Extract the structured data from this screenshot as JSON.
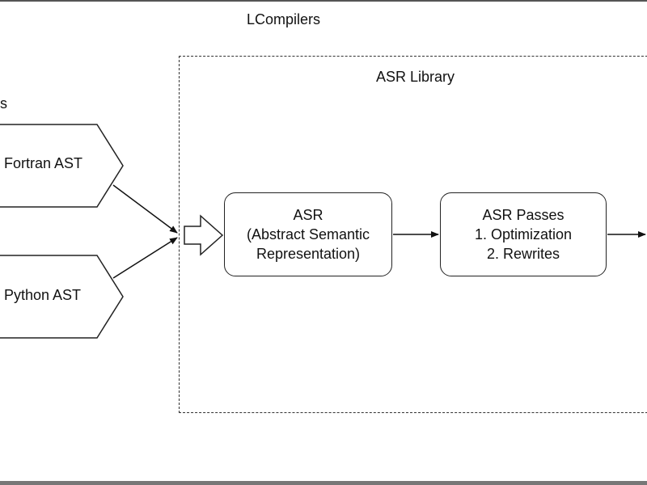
{
  "diagram": {
    "title": "LCompilers",
    "truncated_label": "s",
    "library_title": "ASR Library",
    "inputs": [
      {
        "label": "Fortran AST"
      },
      {
        "label": "Python AST"
      }
    ],
    "asr_node": {
      "line1": "ASR",
      "line2": "(Abstract Semantic",
      "line3": "Representation)"
    },
    "passes_node": {
      "line1": "ASR Passes",
      "line2": "1. Optimization",
      "line3": "2. Rewrites"
    }
  }
}
